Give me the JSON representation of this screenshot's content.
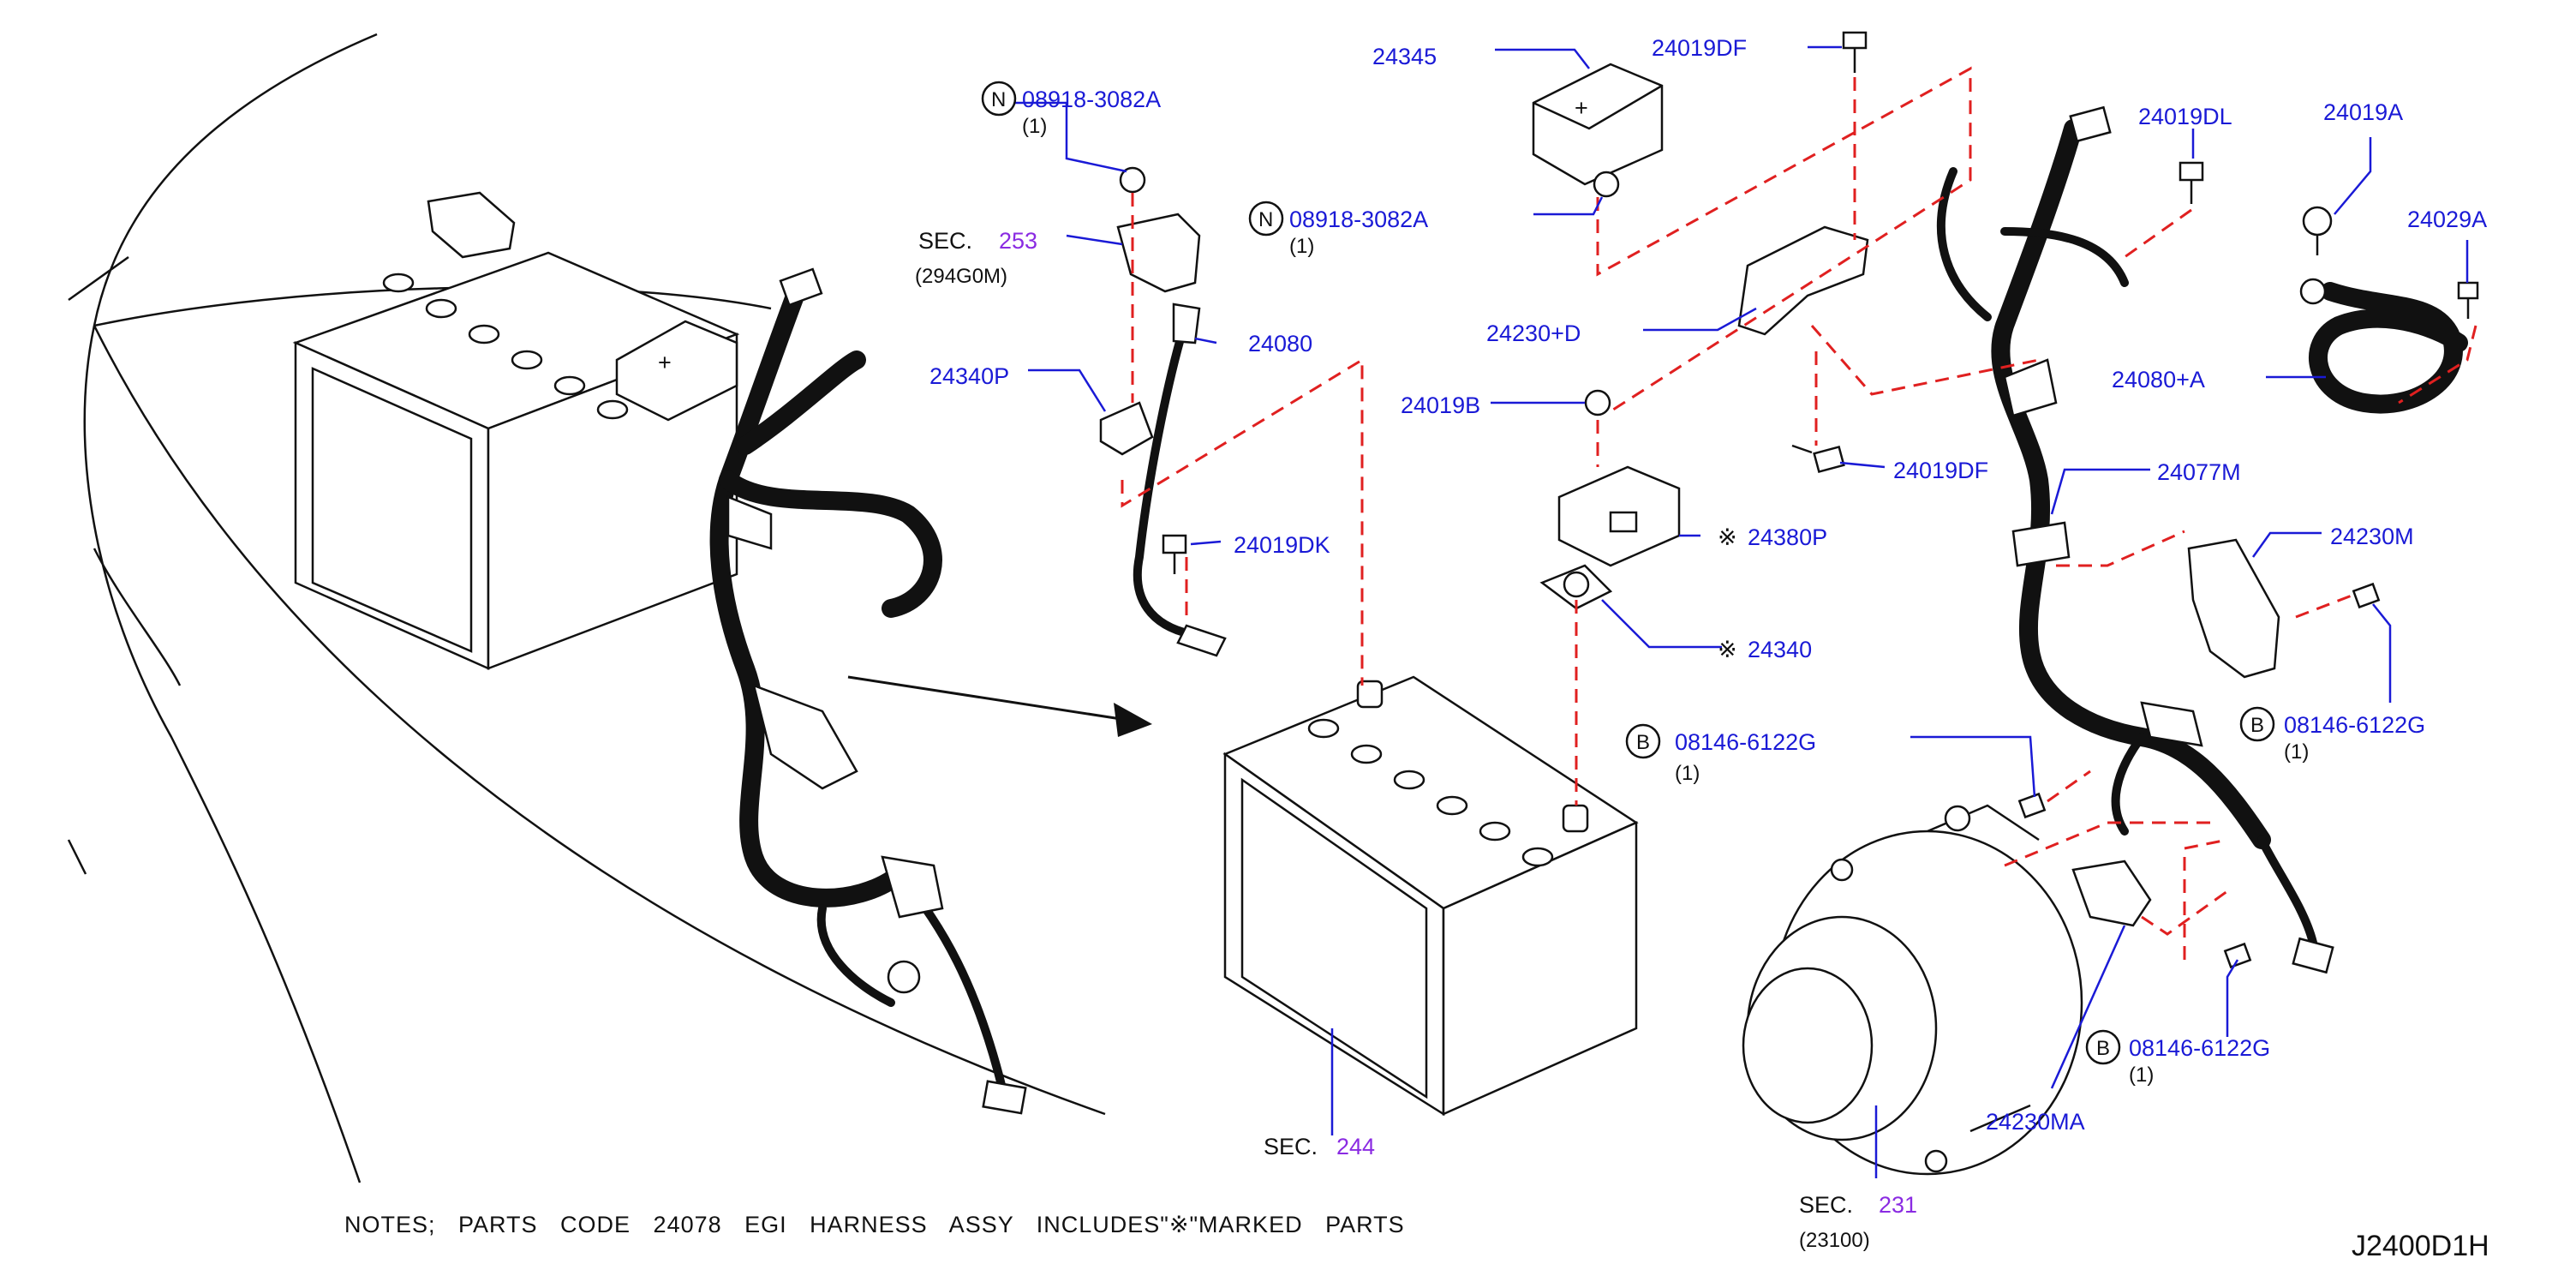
{
  "diagram_code": "J2400D1H",
  "notes": "NOTES;  PARTS  CODE  24078  EGI  HARNESS  ASSY  INCLUDES\"※\"MARKED  PARTS",
  "colors": {
    "part_label": "#1a1ad6",
    "dashed_leader": "#e02020",
    "section_number": "#8a2be2",
    "ink": "#111111"
  },
  "sections": {
    "sec_253": {
      "prefix": "SEC.",
      "number": "253",
      "sub": "(294G0M)"
    },
    "sec_244": {
      "prefix": "SEC.",
      "number": "244"
    },
    "sec_231": {
      "prefix": "SEC.",
      "number": "231",
      "sub": "(23100)"
    }
  },
  "parts": {
    "p24345": "24345",
    "p24019DF_top": "24019DF",
    "p24019DL": "24019DL",
    "p24019A": "24019A",
    "p24029A": "24029A",
    "n08918_a": {
      "marker": "N",
      "code": "08918-3082A",
      "qty": "(1)"
    },
    "n08918_b": {
      "marker": "N",
      "code": "08918-3082A",
      "qty": "(1)"
    },
    "p24340P": "24340P",
    "p24080": "24080",
    "p24019DK": "24019DK",
    "p24230D": "24230+D",
    "p24019B": "24019B",
    "p24019DF_mid": "24019DF",
    "p24380P": {
      "marker": "※",
      "code": "24380P"
    },
    "p24340": {
      "marker": "※",
      "code": "24340"
    },
    "p24077M": "24077M",
    "p24080A": "24080+A",
    "p24230M": "24230M",
    "b08146_a": {
      "marker": "B",
      "code": "08146-6122G",
      "qty": "(1)"
    },
    "b08146_b": {
      "marker": "B",
      "code": "08146-6122G",
      "qty": "(1)"
    },
    "b08146_c": {
      "marker": "B",
      "code": "08146-6122G",
      "qty": "(1)"
    },
    "p24230MA": "24230MA"
  }
}
